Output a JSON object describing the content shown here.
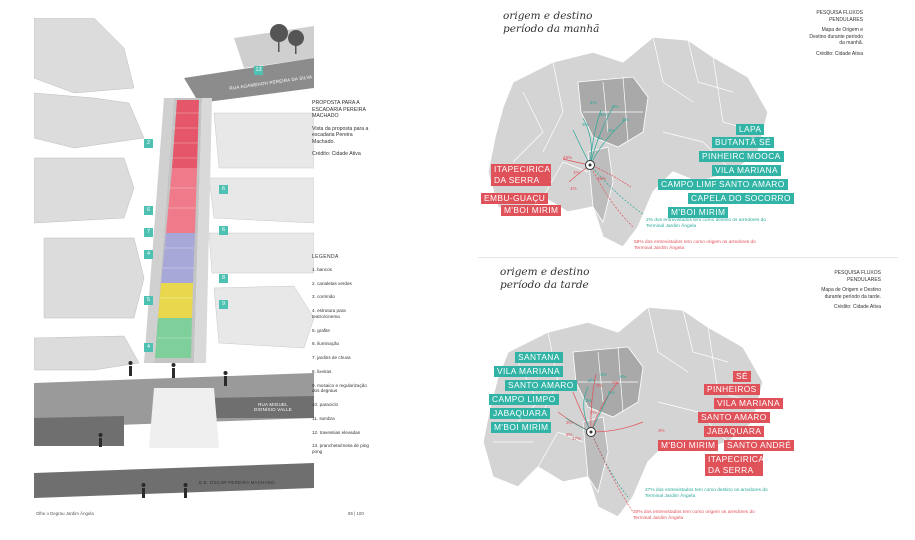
{
  "left_panel": {
    "streets": {
      "top": "RUA AGAMENON PEREIRA DA SILVA",
      "middle": "RUA MIGUEL DIONÍSIO VALLE",
      "bottom": "E.E. OSCAR PEREIRA MACHADO"
    },
    "proposal": {
      "title": "PROPOSTA PARA A ESCADARIA PEREIRA MACHADO",
      "text": "Vista da proposta para a escadaria Pereira Machado.",
      "credit": "Crédito: Cidade Ativa"
    },
    "legend": {
      "title": "LEGENDA",
      "items": [
        "1. bancos",
        "2. canaletas verdes",
        "3. corrimão",
        "4. estrutura para teatro/cinema",
        "5. grafite",
        "6. iluminação",
        "7. jardins de chuva",
        "8. lixeiras",
        "9. mosaico e regularização dos degraus",
        "10. paraciclo",
        "11. sombra",
        "12. travessias elevadas",
        "13. prancheta/mesa de ping pong"
      ]
    },
    "markers": [
      "13",
      "2",
      "6",
      "6",
      "6",
      "7",
      "4",
      "8",
      "5",
      "9",
      "4"
    ],
    "footer_left": "Olhe o Degrau Jardim Ângela",
    "footer_right": "85 | 100"
  },
  "morning_map": {
    "title_line1": "origem e destino",
    "title_line2": "período da manhã",
    "info": {
      "title": "PESQUISA FLUXOS PENDULARES",
      "text": "Mapa de Origem e Destino durante período da manhã.",
      "credit": "Crédito: Cidade Ativa"
    },
    "red_tags": [
      "ITAPECIRICA DA SERRA",
      "EMBU-GUAÇU",
      "M'BOI MIRIM"
    ],
    "teal_tags": [
      "LAPA",
      "BUTANTÃ",
      "SÉ",
      "PINHEIROS",
      "MOOCA",
      "VILA MARIANA",
      "CAMPO LIMPO",
      "SANTO AMARO",
      "CAPELA DO SOCORRO",
      "M'BOI MIRIM"
    ],
    "percents_teal": [
      "4%",
      "8%",
      "5%",
      "3%",
      "3%",
      "6%",
      "7%"
    ],
    "percents_red": [
      "48%",
      "48%",
      "1%",
      "1%"
    ],
    "note_teal": "2% dos entrevistados tem como destino os arredores do Terminal Jardim Ângela",
    "note_red": "58% dos entrevistados tem como origem os arredores do Terminal Jardim Ângela"
  },
  "afternoon_map": {
    "title_line1": "origem e destino",
    "title_line2": "período da tarde",
    "info": {
      "title": "PESQUISA FLUXOS PENDULARES",
      "text": "Mapa de Origem e Destino durante período da tarde.",
      "credit": "Crédito: Cidade Ativa"
    },
    "teal_tags": [
      "SANTANA",
      "VILA MARIANA",
      "SANTO AMARO",
      "CAMPO LIMPO",
      "JABAQUARA",
      "M'BOI MIRIM"
    ],
    "red_tags": [
      "SÉ",
      "PINHEIROS",
      "VILA MARIANA",
      "SANTO AMARO",
      "JABAQUARA",
      "M'BOI MIRIM",
      "SANTO ANDRÉ",
      "ITAPECIRICA DA SERRA"
    ],
    "percents_teal": [
      "2%",
      "3%",
      "6%",
      "4%",
      "3%"
    ],
    "percents_red": [
      "3%",
      "1%",
      "2%",
      "3%",
      "2%",
      "17%",
      "3%"
    ],
    "note_teal": "27% dos entrevistados tem como destino os arredores do Terminal Jardim Ângela",
    "note_red": "30% dos entrevistados tem como origem os arredores do Terminal Jardim Ângela"
  },
  "colors": {
    "red": "#e0525a",
    "teal": "#31b3a6",
    "map_gray": "#d4d4d4",
    "map_dark": "#a9a9a9",
    "road": "#8c8c8c"
  }
}
